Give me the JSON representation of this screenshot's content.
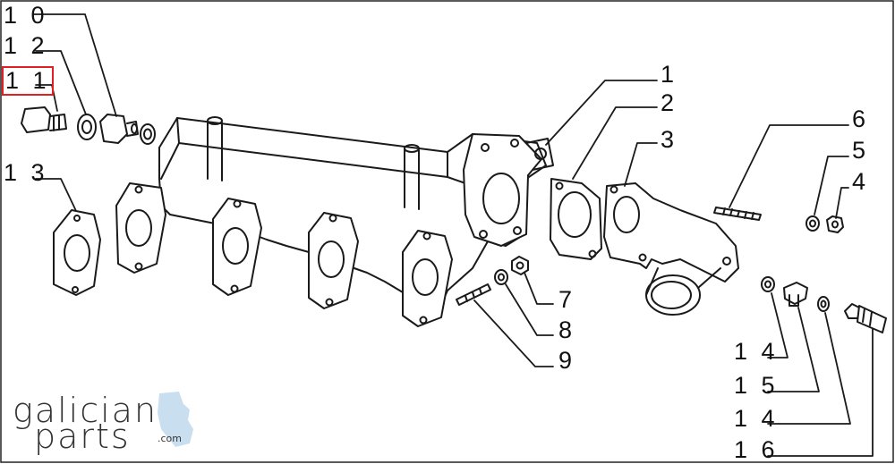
{
  "diagram": {
    "labels": {
      "p10": "1 0",
      "p12": "1 2",
      "p11": "1 1",
      "p13": "1 3",
      "p1": "1",
      "p2": "2",
      "p3": "3",
      "p6": "6",
      "p5": "5",
      "p4": "4",
      "p7": "7",
      "p8": "8",
      "p9": "9",
      "p14a": "1 4",
      "p15": "1 5",
      "p14b": "1 4",
      "p16": "1 6"
    },
    "selected_part": "1 1"
  },
  "logo": {
    "word1": "galician",
    "word2": "parts",
    "domain": ".com"
  }
}
